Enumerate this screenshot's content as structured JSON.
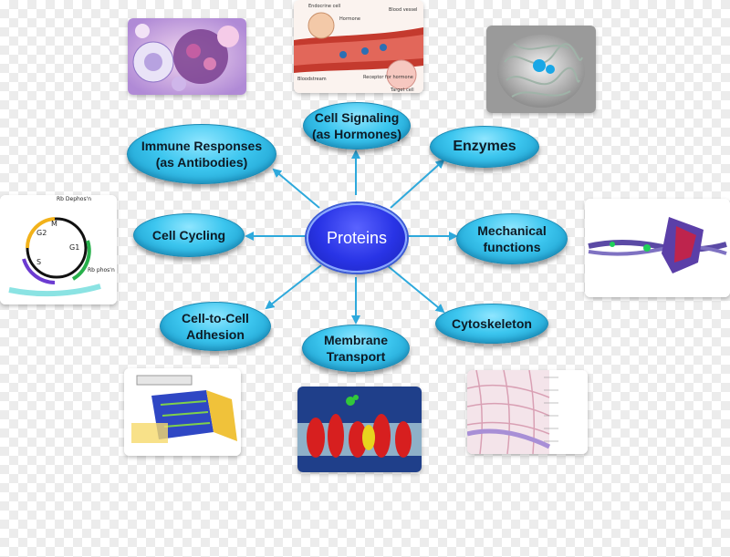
{
  "center": {
    "label": "Proteins"
  },
  "nodes": {
    "cell_signaling": "Cell Signaling\n(as Hormones)",
    "immune": "Immune Responses\n(as Antibodies)",
    "enzymes": "Enzymes",
    "cell_cycling": "Cell Cycling",
    "mechanical": "Mechanical\nfunctions",
    "adhesion": "Cell-to-Cell\nAdhesion",
    "membrane": "Membrane\nTransport",
    "cytoskeleton": "Cytoskeleton"
  },
  "images": {
    "hormone_labels": {
      "endocrine": "Endocrine cell",
      "hormone": "Hormone",
      "blood_vessel": "Blood vessel",
      "receptor": "Receptor for hormone",
      "target": "Target cell",
      "bloodstream": "Bloodstream"
    },
    "cycle_labels": {
      "dephos": "Rb Dephos'n",
      "m": "M",
      "g2": "G2",
      "g1": "G1",
      "s": "S",
      "phos": "Rb phos'n"
    },
    "colors": {
      "accent_arrow": "#2ea9dc",
      "node_fill": "#3cc6ef",
      "center_fill": "#2934e6"
    }
  }
}
